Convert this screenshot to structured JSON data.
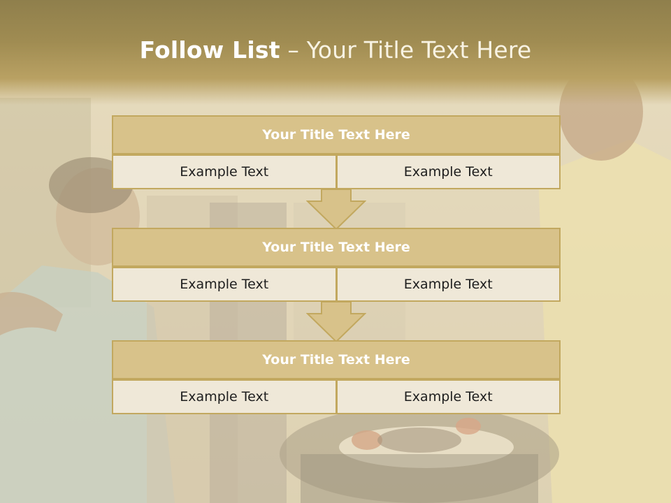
{
  "title": {
    "bold": "Follow List",
    "rest": " – Your Title Text Here"
  },
  "blocks": [
    {
      "title": "Your Title Text Here",
      "cells": [
        "Example Text",
        "Example Text"
      ]
    },
    {
      "title": "Your Title Text Here",
      "cells": [
        "Example Text",
        "Example Text"
      ]
    },
    {
      "title": "Your Title Text Here",
      "cells": [
        "Example Text",
        "Example Text"
      ]
    }
  ],
  "colors": {
    "header": "#a08c52",
    "block_title": "#d8c28a",
    "block_border": "#c2a85f",
    "cell": "#efe8d8"
  },
  "background": {
    "description_icon": "family-barbecue-photo"
  }
}
